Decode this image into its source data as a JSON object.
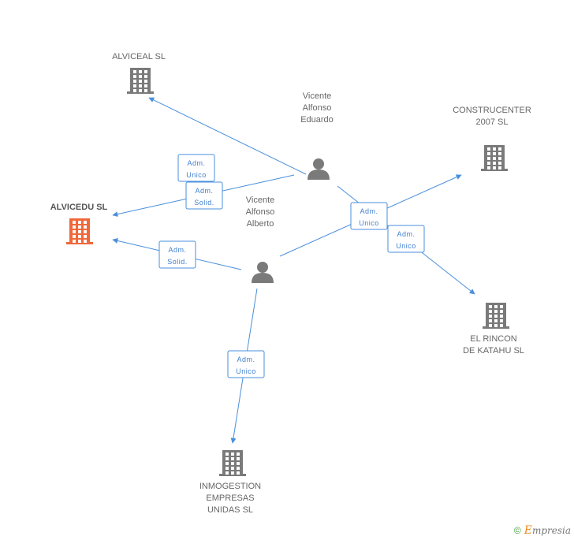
{
  "colors": {
    "edge": "#4a8fdc",
    "building": "#7a7a7a",
    "main_building": "#f0683a",
    "person": "#7a7a7a"
  },
  "nodes": {
    "alviceal": {
      "label": [
        "ALVICEAL SL"
      ],
      "icon": "building-icon"
    },
    "alvicedu": {
      "label": [
        "ALVICEDU  SL"
      ],
      "icon": "building-icon",
      "main": true
    },
    "construcenter": {
      "label": [
        "CONSTRUCENTER",
        "2007 SL"
      ],
      "icon": "building-icon"
    },
    "el_rincon": {
      "label": [
        "EL RINCON",
        "DE KATAHU  SL"
      ],
      "icon": "building-icon"
    },
    "inmogestion": {
      "label": [
        "INMOGESTION",
        "EMPRESAS",
        "UNIDAS SL"
      ],
      "icon": "building-icon"
    },
    "vicente_eduardo": {
      "label": [
        "Vicente",
        "Alfonso",
        "Eduardo"
      ],
      "icon": "person-icon"
    },
    "vicente_alberto": {
      "label": [
        "Vicente",
        "Alfonso",
        "Alberto"
      ],
      "icon": "person-icon"
    }
  },
  "edges": [
    {
      "from": "vicente_eduardo",
      "to": "alviceal",
      "label": [
        "Adm.",
        "Unico"
      ]
    },
    {
      "from": "vicente_eduardo",
      "to": "alvicedu",
      "label": [
        "Adm.",
        "Solid."
      ]
    },
    {
      "from": "vicente_eduardo",
      "to": "el_rincon",
      "label": [
        "Adm.",
        "Unico"
      ]
    },
    {
      "from": "vicente_alberto",
      "to": "alvicedu",
      "label": [
        "Adm.",
        "Solid."
      ]
    },
    {
      "from": "vicente_alberto",
      "to": "construcenter",
      "label": [
        "Adm.",
        "Unico"
      ]
    },
    {
      "from": "vicente_alberto",
      "to": "inmogestion",
      "label": [
        "Adm.",
        "Unico"
      ]
    }
  ],
  "footer": {
    "copyright": "©",
    "brand_initial": "E",
    "brand_rest": "mpresia"
  }
}
